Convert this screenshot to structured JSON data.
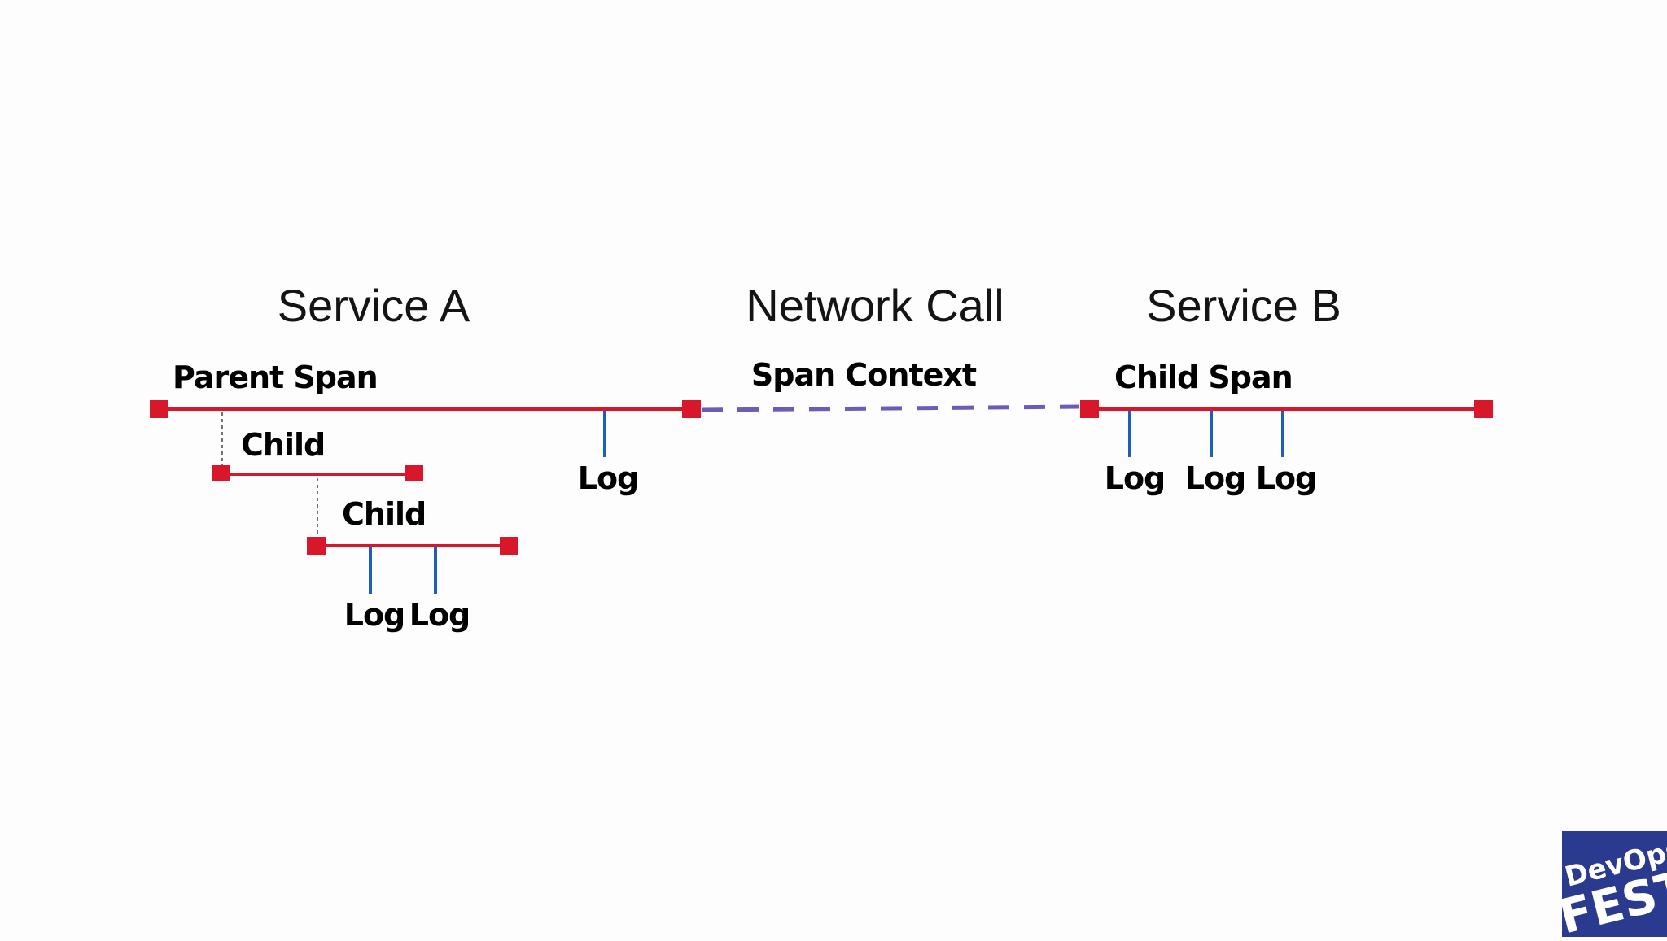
{
  "sections": {
    "service_a": "Service A",
    "network_call": "Network Call",
    "service_b": "Service B"
  },
  "spans": {
    "parent_span": "Parent Span",
    "child_1": "Child",
    "child_2": "Child",
    "span_context": "Span Context",
    "child_span_b": "Child Span"
  },
  "logs": {
    "log_label": "Log"
  },
  "logo": {
    "line1": "DevOps",
    "line2": "FEST"
  },
  "colors": {
    "span": "#d8182a",
    "log": "#1c5fbf",
    "context_link": "#6b5cb8",
    "logo_bg": "#2a3a8f"
  }
}
